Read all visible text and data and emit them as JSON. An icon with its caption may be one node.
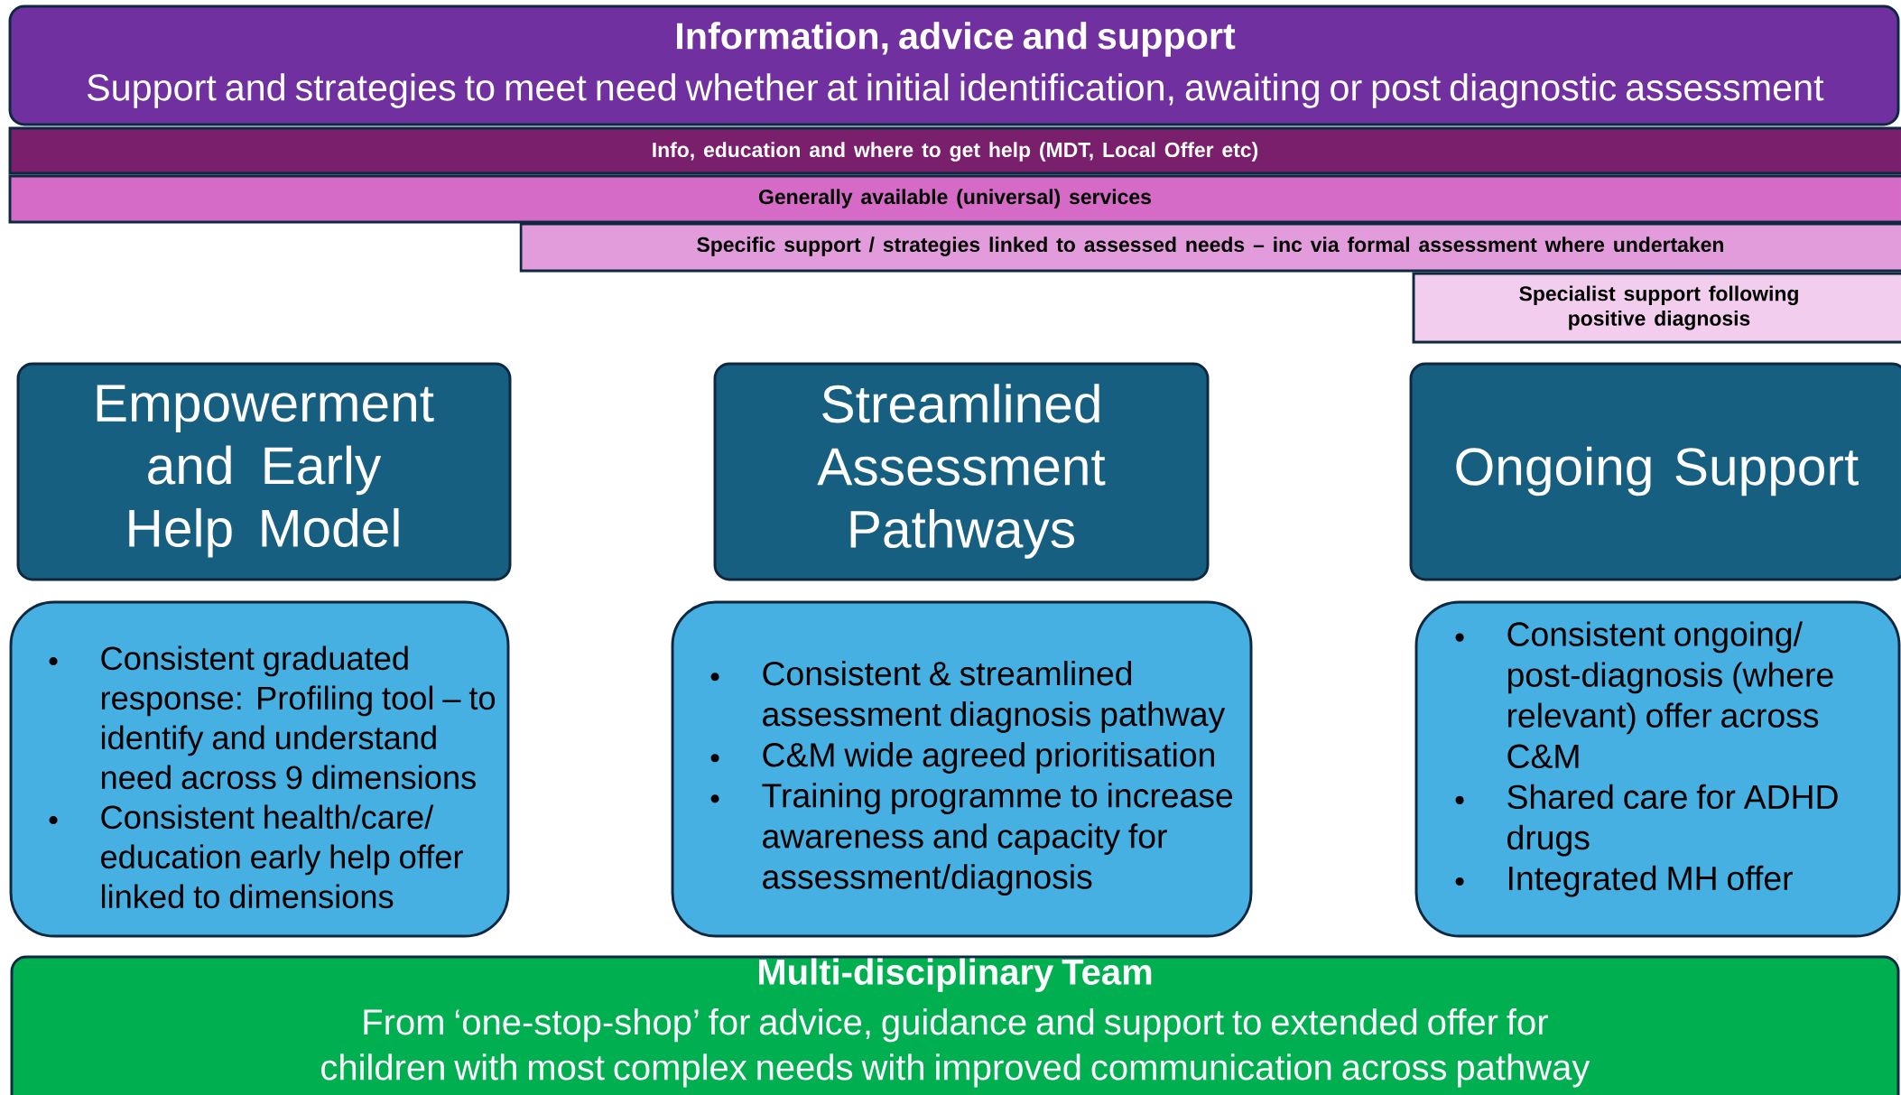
{
  "diagram": {
    "nodes": [
      {
        "text": [
          "Information, advice and support",
          "Support and strategies to meet need whether at initial identification, awaiting or post diagnostic assessment"
        ]
      },
      {
        "text": [
          "Info, education and where to get help (MDT, Local Offer etc)"
        ]
      },
      {
        "text": [
          "Generally available (universal) services"
        ]
      },
      {
        "text": [
          "Specific support / strategies linked to assessed needs – inc via formal assessment where undertaken"
        ]
      },
      {
        "text": [
          "Specialist support following positive diagnosis"
        ]
      },
      {
        "text": [
          "Empowerment and Early Help Model"
        ]
      },
      {
        "text": [
          "Streamlined Assessment Pathways"
        ]
      },
      {
        "text": [
          "Ongoing Support"
        ]
      },
      {
        "text": [
          "Consistent graduated response: Profiling tool – to identify and understand need across 9 dimensions",
          "Consistent health/care/ education early help offer linked to dimensions"
        ]
      },
      {
        "text": [
          "Consistent & streamlined assessment diagnosis pathway",
          "C&M wide agreed prioritisation",
          "Training programme to increase awareness and capacity for assessment/diagnosis"
        ]
      },
      {
        "text": [
          "Consistent ongoing/ post-diagnosis (where relevant) offer across C&M",
          "Shared care for ADHD drugs",
          "Integrated MH offer"
        ]
      },
      {
        "text": [
          "Multi-disciplinary Team",
          "From ‘one-stop-shop’ for advice, guidance and support to extended offer for children with most complex needs with improved communication across pathway"
        ]
      }
    ]
  }
}
